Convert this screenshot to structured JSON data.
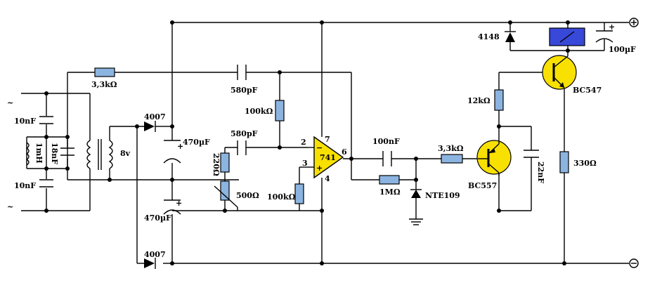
{
  "diagram": {
    "labels": {
      "r_input": "3,3kΩ",
      "c_top_left": "10nF",
      "c_bottom_left": "10nF",
      "inductor": "1mH",
      "c_tank": "18nF",
      "transformer_v": "8v",
      "diode_top": "4007",
      "diode_bottom": "4007",
      "cap_top": "470µF",
      "cap_bottom": "470µF",
      "c_580_top": "580pF",
      "c_580_mid": "580pF",
      "r_100k_fb": "100kΩ",
      "r_220": "220Ω",
      "pot_500": "500Ω",
      "r_100k_bias": "100kΩ",
      "opamp": "741",
      "pin_7": "7",
      "pin_2": "2",
      "pin_6": "6",
      "pin_3": "3",
      "pin_4": "4",
      "c_100n": "100nF",
      "r_1m": "1MΩ",
      "diode_nte": "NTE109",
      "r_3k3_out": "3,3kΩ",
      "r_12k": "12kΩ",
      "transistor_pnp": "BC557",
      "c_22n": "22nF",
      "diode_4148": "4148",
      "c_100u": "100µF",
      "transistor_npn": "BC547",
      "r_330": "330Ω",
      "plus_sign": "+",
      "minus_sign": "−",
      "ac_symbol": "~"
    },
    "colors": {
      "resistor": "#8cb4e0",
      "semiconductor": "#f8e000",
      "relay": "#3848d8",
      "wire": "#000000"
    }
  }
}
